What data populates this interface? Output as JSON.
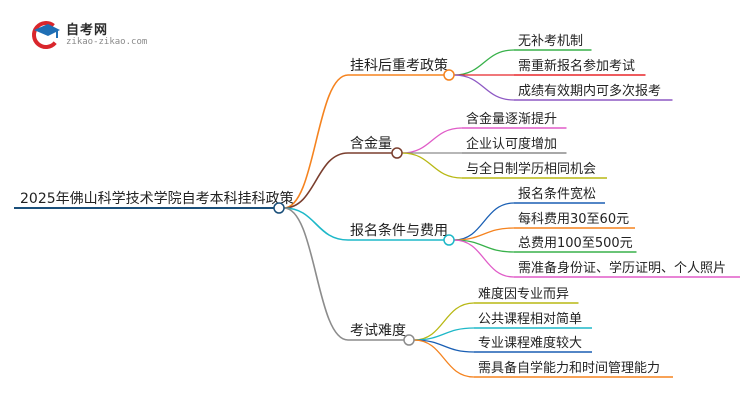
{
  "logo": {
    "title": "自考网",
    "url": "zikao-zikao.com"
  },
  "mindmap": {
    "root": "2025年佛山科学技术学院自考本科挂科政策",
    "branches": [
      {
        "label": "挂科后重考政策",
        "color": "#f5831f",
        "children": [
          {
            "label": "无补考机制",
            "color": "#38b14a"
          },
          {
            "label": "需重新报名参加考试",
            "color": "#e8262a"
          },
          {
            "label": "成绩有效期内可多次报考",
            "color": "#8e59c4"
          }
        ]
      },
      {
        "label": "含金量",
        "color": "#7a3e2e",
        "children": [
          {
            "label": "含金量逐渐提升",
            "color": "#e05cc8"
          },
          {
            "label": "企业认可度增加",
            "color": "#8c8c8c"
          },
          {
            "label": "与全日制学历相同机会",
            "color": "#b8b814"
          }
        ]
      },
      {
        "label": "报名条件与费用",
        "color": "#1eb8c8",
        "children": [
          {
            "label": "报名条件宽松",
            "color": "#1a5fb4"
          },
          {
            "label": "每科费用30至60元",
            "color": "#f5831f"
          },
          {
            "label": "总费用100至500元",
            "color": "#38b14a"
          },
          {
            "label": "需准备身份证、学历证明、个人照片",
            "color": "#e05cc8"
          }
        ]
      },
      {
        "label": "考试难度",
        "color": "#8c8c8c",
        "children": [
          {
            "label": "难度因专业而异",
            "color": "#b8b814"
          },
          {
            "label": "公共课程相对简单",
            "color": "#1eb8c8"
          },
          {
            "label": "专业课程难度较大",
            "color": "#1a5fb4"
          },
          {
            "label": "需具备自学能力和时间管理能力",
            "color": "#f5831f"
          }
        ]
      }
    ],
    "root_color": "#1a4f7a"
  }
}
